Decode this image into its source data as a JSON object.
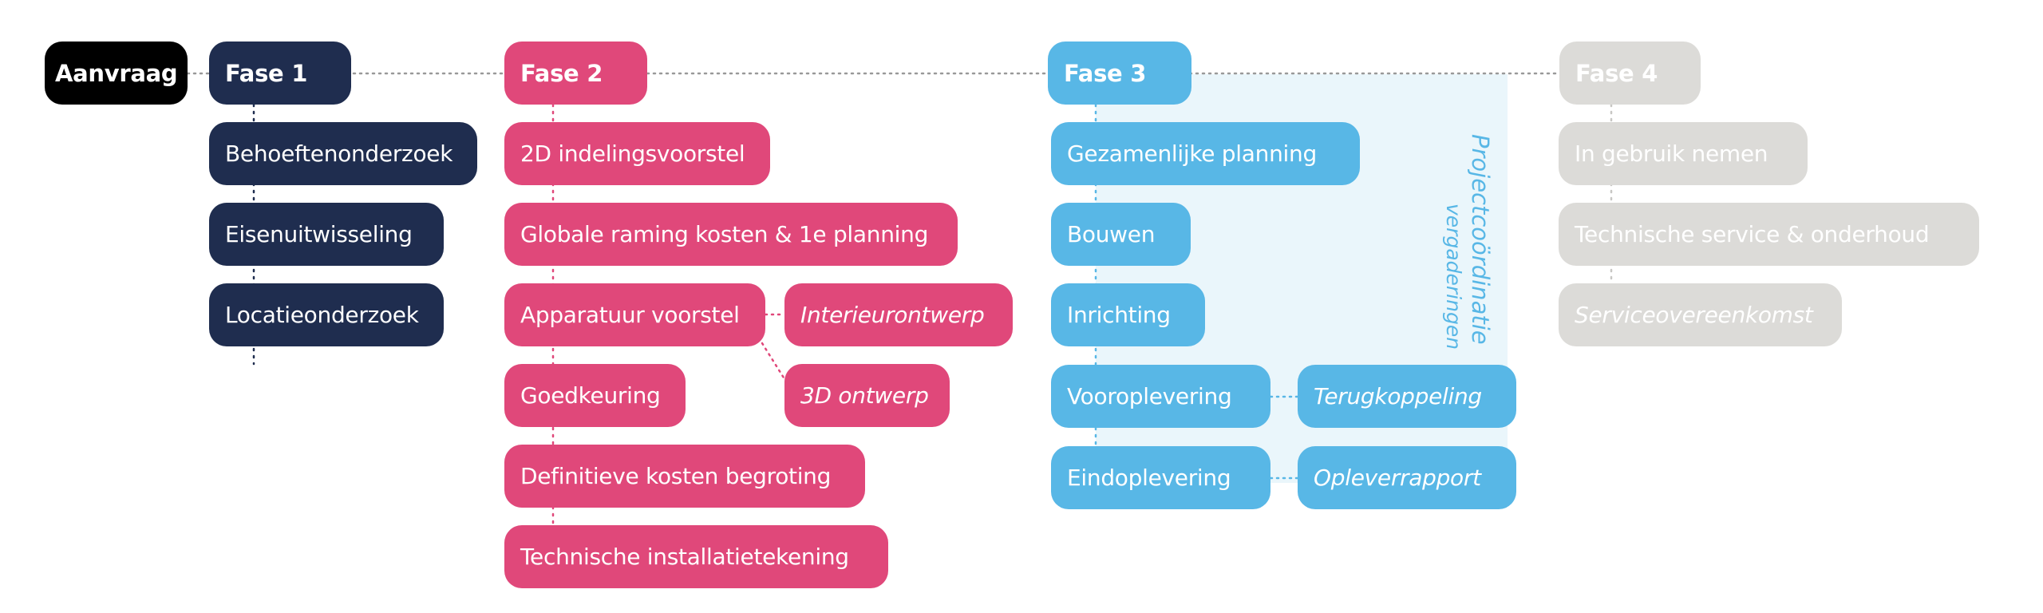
{
  "title": "Projectfasen",
  "colors": {
    "aanvraag": "#000000",
    "fase1": "#1f2d4f",
    "fase2": "#e0487a",
    "fase3": "#58b7e6",
    "fase4": "#dcdbd8",
    "panel": "#eaf6fb",
    "timeline": "#999999"
  },
  "start": {
    "label": "Aanvraag"
  },
  "phases": [
    {
      "label": "Fase 1",
      "steps": [
        {
          "label": "Behoeftenonderzoek"
        },
        {
          "label": "Eisenuitwisseling"
        },
        {
          "label": "Locatieonderzoek"
        }
      ]
    },
    {
      "label": "Fase 2",
      "steps": [
        {
          "label": "2D indelingsvoorstel"
        },
        {
          "label": "Globale raming kosten & 1e planning"
        },
        {
          "label": "Apparatuur voorstel"
        },
        {
          "label": "Goedkeuring"
        },
        {
          "label": "Definitieve kosten begroting"
        },
        {
          "label": "Technische installatietekening"
        }
      ],
      "side_steps": [
        {
          "label": "Interieurontwerp",
          "linked_to": "Apparatuur voorstel"
        },
        {
          "label": "3D ontwerp",
          "linked_to": "Apparatuur voorstel"
        }
      ]
    },
    {
      "label": "Fase 3",
      "steps": [
        {
          "label": "Gezamenlijke planning"
        },
        {
          "label": "Bouwen"
        },
        {
          "label": "Inrichting"
        },
        {
          "label": "Vooroplevering"
        },
        {
          "label": "Eindoplevering"
        }
      ],
      "side_steps": [
        {
          "label": "Terugkoppeling",
          "linked_to": "Vooroplevering"
        },
        {
          "label": "Opleverrapport",
          "linked_to": "Eindoplevering"
        }
      ],
      "annotation": {
        "line1": "Projectcoördinatie",
        "line2": "vergaderingen"
      }
    },
    {
      "label": "Fase 4",
      "steps": [
        {
          "label": "In gebruik nemen"
        },
        {
          "label": "Technische service & onderhoud"
        },
        {
          "label": "Serviceovereenkomst",
          "italic": true
        }
      ]
    }
  ]
}
